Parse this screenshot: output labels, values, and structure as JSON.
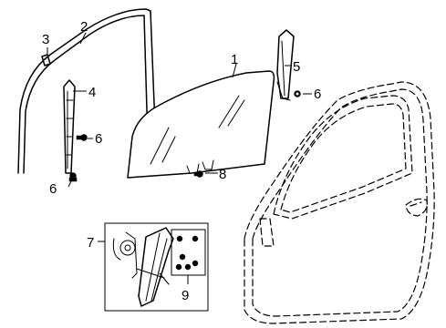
{
  "callouts": [
    {
      "id": "1",
      "label": "1"
    },
    {
      "id": "2",
      "label": "2"
    },
    {
      "id": "3",
      "label": "3"
    },
    {
      "id": "4",
      "label": "4"
    },
    {
      "id": "5",
      "label": "5"
    },
    {
      "id": "6a",
      "label": "6"
    },
    {
      "id": "6b",
      "label": "6"
    },
    {
      "id": "6c",
      "label": "6"
    },
    {
      "id": "7",
      "label": "7"
    },
    {
      "id": "8",
      "label": "8"
    },
    {
      "id": "9",
      "label": "9"
    }
  ]
}
